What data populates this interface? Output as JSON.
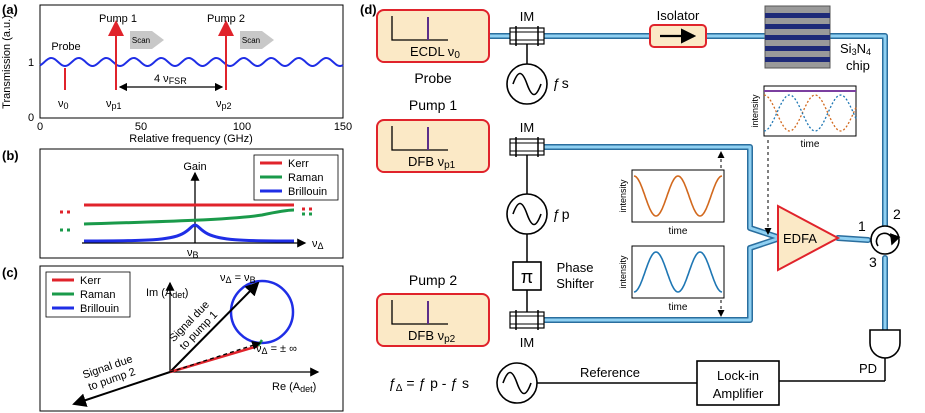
{
  "panel_a": {
    "label": "(a)",
    "ylabel": "Transmission (a.u.)",
    "xlabel": "Relative frequency (GHz)",
    "x_ticks": [
      "0",
      "50",
      "100",
      "150"
    ],
    "y_ticks": [
      "0",
      "1"
    ],
    "probe": "Probe",
    "pump1": "Pump 1",
    "pump2": "Pump 2",
    "scan1": "Scan",
    "scan2": "Scan",
    "nu0": "ν",
    "nu0_sub": "0",
    "nup1": "ν",
    "nup1_sub": "p1",
    "nup2": "ν",
    "nup2_sub": "p2",
    "fsr": "4 ν",
    "fsr_sub": "FSR"
  },
  "panel_b": {
    "label": "(b)",
    "gain": "Gain",
    "nuB": "ν",
    "nuB_sub": "B",
    "nuD": "ν",
    "nuD_sub": "Δ",
    "legend": [
      "Kerr",
      "Raman",
      "Brillouin"
    ]
  },
  "panel_c": {
    "label": "(c)",
    "im": "Im (A",
    "im_sub": "det",
    "re": "Re (A",
    "re_sub": "det",
    "legend": [
      "Kerr",
      "Raman",
      "Brillouin"
    ],
    "eq1a": "ν",
    "eq1a_sub": "Δ",
    "eq1b": " = ν",
    "eq1b_sub": "B",
    "eq2a": "ν",
    "eq2a_sub": "Δ",
    "eq2b": " = ± ∞",
    "sig1a": "Signal due",
    "sig1b": "to pump 1",
    "sig2a": "Signal due",
    "sig2b": "to pump 2"
  },
  "panel_d": {
    "label": "(d)",
    "ecdl": "ECDL ν",
    "ecdl_sub": "0",
    "probe": "Probe",
    "pump1": "Pump 1",
    "pump2": "Pump 2",
    "dfb1": "DFB ν",
    "dfb1_sub": "p1",
    "dfb2": "DFB ν",
    "dfb2_sub": "p2",
    "im1": "IM",
    "im2": "IM",
    "im3": "IM",
    "isolator": "Isolator",
    "chip_a": "Si",
    "chip_sub": "3",
    "chip_b": "N",
    "chip_sub2": "4",
    "chip_c": "chip",
    "fs": "ƒ",
    "fs_b": "s",
    "fp": "ƒ",
    "fp_b": "p",
    "pi": "π",
    "phase1": "Phase",
    "phase2": "Shifter",
    "edfa": "EDFA",
    "port1": "1",
    "port2": "2",
    "port3": "3",
    "pd": "PD",
    "lockin1": "Lock-in",
    "lockin2": "Amplifier",
    "reference": "Reference",
    "eq": "ƒ",
    "eq_sub": "Δ",
    "eq_rest": " = ƒ p - ƒ s",
    "intensity1": "intensity",
    "time1": "time",
    "intensity2": "intensity",
    "time2": "time",
    "intensity3": "intensity",
    "time3": "time"
  },
  "colors": {
    "fiber": "#5aaedc",
    "laser_fill": "#fbe9c6",
    "laser_stroke": "#e0232b",
    "kerr": "#e0232b",
    "raman": "#1a9a4a",
    "brillouin": "#1f2ee6",
    "orange_wave": "#d2691e",
    "blue_wave": "#1f77b4"
  }
}
